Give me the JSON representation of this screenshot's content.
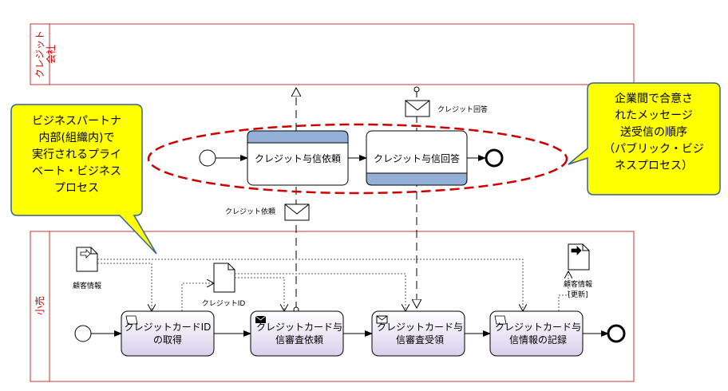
{
  "pools": {
    "top": {
      "label_line1": "クレジット",
      "label_line2": "会社"
    },
    "bottom": {
      "label": "小売"
    }
  },
  "choreography": {
    "task1": "クレジット与信依頼",
    "task2": "クレジット与信回答",
    "message_top": "クレジット回答",
    "message_bottom": "クレジット依頼"
  },
  "callout_left": {
    "lines": [
      "ビジネスパートナ",
      "内部(組織内)で",
      "実行されるプライ",
      "ベート・ビジネス",
      "プロセス"
    ]
  },
  "callout_right": {
    "lines": [
      "企業間で合意さ",
      "れたメッセージ",
      "送受信の順序",
      "（パブリック・ビジ",
      "ネスプロセス）"
    ]
  },
  "data_objects": {
    "customer_info": "顧客情報",
    "credit_id": "クレジットID",
    "customer_info_updated_line1": "顧客情報",
    "customer_info_updated_line2": "[更新]"
  },
  "tasks": {
    "t1_line1": "クレジットカードID",
    "t1_line2": "の取得",
    "t2_line1": "クレジットカード与",
    "t2_line2": "信審査依頼",
    "t3_line1": "クレジットカード与",
    "t3_line2": "信審査受領",
    "t4_line1": "クレジットカード与",
    "t4_line2": "信情報の記録"
  }
}
